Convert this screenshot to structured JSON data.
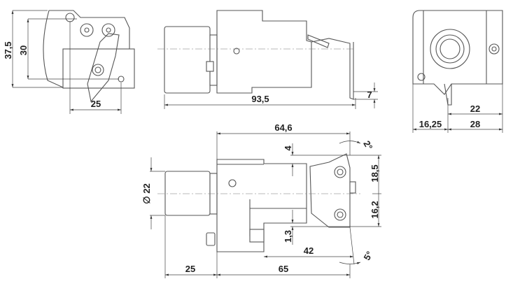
{
  "title": "Boring tool holder technical drawing",
  "front_view": {
    "dim_height_total": "37,5",
    "dim_height_inner": "30",
    "dim_width": "25"
  },
  "side_view": {
    "dim_length": "93,5",
    "dim_step": "7"
  },
  "end_view": {
    "dim_22": "22",
    "dim_16_25": "16,25",
    "dim_28": "28"
  },
  "top_view": {
    "dim_64_6": "64,6",
    "dim_4": "4",
    "dim_angle_2": "2°",
    "dim_18_5": "18,5",
    "dim_16_2": "16,2",
    "dim_diameter": "∅ 22",
    "dim_1_3": "1,3",
    "dim_42": "42",
    "dim_angle_5": "5°",
    "dim_25": "25",
    "dim_65": "65"
  }
}
